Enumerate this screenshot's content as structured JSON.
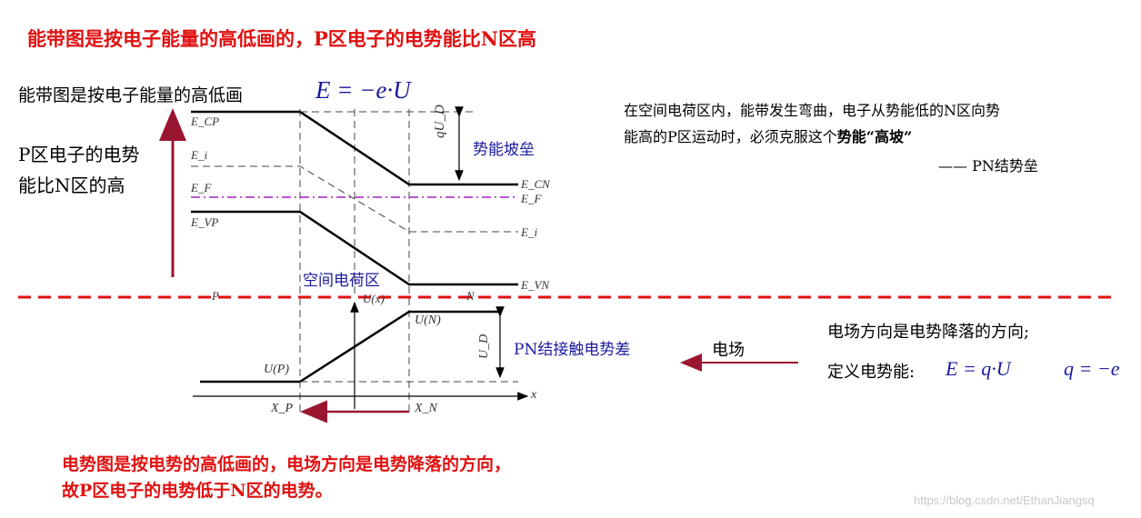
{
  "header_note": "能带图是按电子能量的高低画的，P区电子的电势能比N区高",
  "top_diagram": {
    "heading": "能带图是按电子能量的高低画",
    "formula": "E = −e·U",
    "left_note_line1": "P区电子的电势",
    "left_note_line2": "能比N区的高",
    "levels": {
      "ecp": "E_CP",
      "ei_left": "E_i",
      "ef_left": "E_F",
      "evp": "E_VP",
      "ecn": "E_CN",
      "ef_right": "E_F",
      "ei_right": "E_i",
      "evn": "E_VN"
    },
    "barrier_symbol": "qU_D",
    "barrier_label": "势能坡垒",
    "space_charge_label": "空间电荷区",
    "p_label": "P",
    "n_label": "N"
  },
  "explanation": {
    "line1": "在空间电荷区内，能带发生弯曲，电子从势能低的N区向势",
    "line2_prefix": "能高的P区运动时，必须克服这个",
    "line2_bold": "势能“高坡”",
    "attribution": "—— PN结势垒"
  },
  "bottom_diagram": {
    "u_x": "U(x)",
    "u_n": "U(N)",
    "u_p": "U(P)",
    "ud_symbol": "U_D",
    "contact_label": "PN结接触电势差",
    "x_axis": "x",
    "xp": "X_P",
    "xn": "X_N"
  },
  "field": {
    "label": "电场",
    "direction_note": "电场方向是电势降落的方向;",
    "definition_prefix": "定义电势能:",
    "definition_formula": "E = q·U",
    "charge_formula": "q = −e"
  },
  "footer_note_line1": "电势图是按电势的高低画的，电场方向是电势降落的方向，",
  "footer_note_line2": "故P区电子的电势低于N区的电势。",
  "watermark": "https://blog.csdn.net/EthanJiangsq",
  "colors": {
    "red": "#e01010",
    "dark_red": "#9a1530",
    "blue": "#1a1aa0",
    "purple": "#a020c0"
  }
}
